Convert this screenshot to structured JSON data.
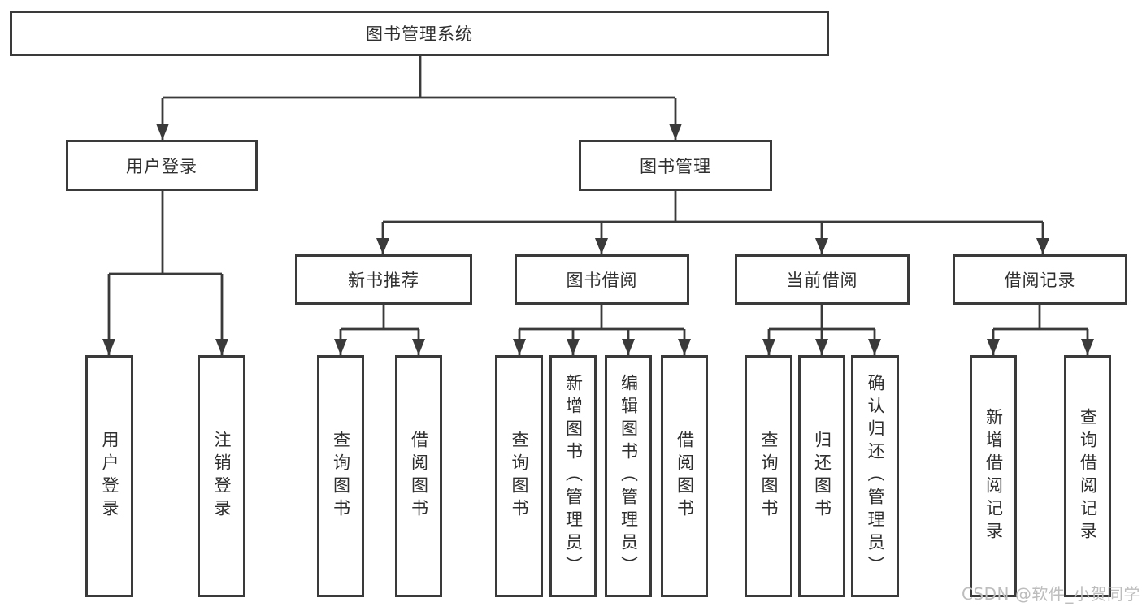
{
  "tree": {
    "label": "图书管理系统",
    "children": [
      {
        "label": "用户登录",
        "children": [
          {
            "label": "用户登录"
          },
          {
            "label": "注销登录"
          }
        ]
      },
      {
        "label": "图书管理",
        "children": [
          {
            "label": "新书推荐",
            "children": [
              {
                "label": "查询图书"
              },
              {
                "label": "借阅图书"
              }
            ]
          },
          {
            "label": "图书借阅",
            "children": [
              {
                "label": "查询图书"
              },
              {
                "label": "新增图书（管理员）"
              },
              {
                "label": "编辑图书（管理员）"
              },
              {
                "label": "借阅图书"
              }
            ]
          },
          {
            "label": "当前借阅",
            "children": [
              {
                "label": "查询图书"
              },
              {
                "label": "归还图书"
              },
              {
                "label": "确认归还（管理员）"
              }
            ]
          },
          {
            "label": "借阅记录",
            "children": [
              {
                "label": "新增借阅记录"
              },
              {
                "label": "查询借阅记录"
              }
            ]
          }
        ]
      }
    ]
  },
  "watermark": {
    "text": "CSDN @软件_小贺同学"
  },
  "colors": {
    "line": "#3a3a3a",
    "text": "#2f2f2f",
    "watermark_gray": "#bdbdbd",
    "background": "#ffffff"
  }
}
